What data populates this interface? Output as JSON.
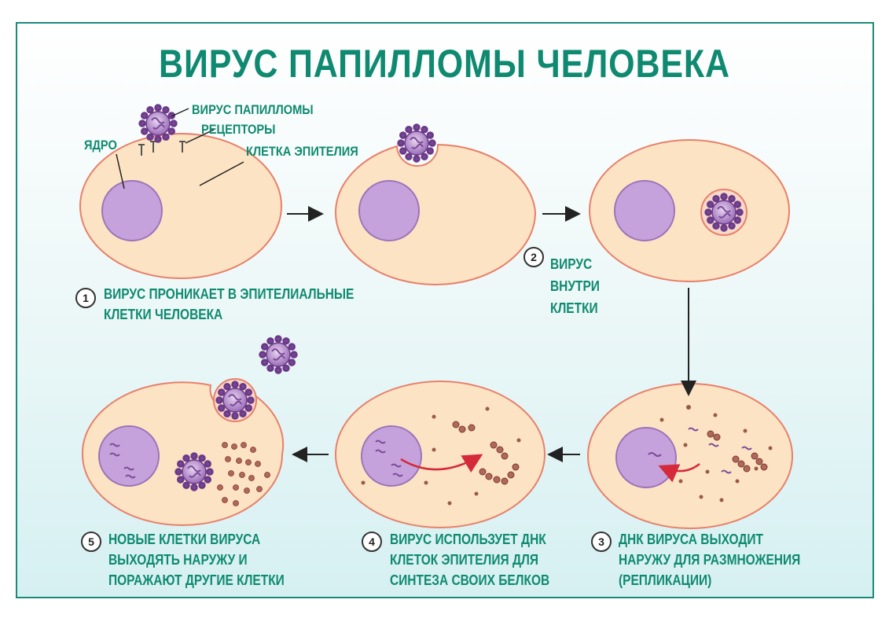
{
  "title": "ВИРУС ПАПИЛЛОМЫ ЧЕЛОВЕКА",
  "labels": {
    "virus": "ВИРУС ПАПИЛЛОМЫ",
    "receptors": "РЕЦЕПТОРЫ",
    "nucleus": "ЯДРО",
    "epithelial_cell": "КЛЕТКА ЭПИТЕЛИЯ"
  },
  "steps": [
    {
      "num": "1",
      "lines": [
        "ВИРУС ПРОНИКАЕТ В ЭПИТЕЛИАЛЬНЫЕ",
        "КЛЕТКИ ЧЕЛОВЕКА"
      ]
    },
    {
      "num": "2",
      "lines": [
        "ВИРУС",
        "ВНУТРИ",
        "КЛЕТКИ"
      ]
    },
    {
      "num": "3",
      "lines": [
        "ДНК ВИРУСА ВЫХОДИТ",
        "НАРУЖУ ДЛЯ РАЗМНОЖЕНИЯ",
        "(РЕПЛИКАЦИИ)"
      ]
    },
    {
      "num": "4",
      "lines": [
        "ВИРУС ИСПОЛЬЗУЕТ ДНК",
        "КЛЕТОК ЭПИТЕЛИЯ ДЛЯ",
        "СИНТЕЗА СВОИХ БЕЛКОВ"
      ]
    },
    {
      "num": "5",
      "lines": [
        "НОВЫЕ КЛЕТКИ ВИРУСА",
        "ВЫХОДЯТЬ НАРУЖУ И",
        "ПОРАЖАЮТ ДРУГИЕ КЛЕТКИ"
      ]
    }
  ],
  "colors": {
    "accent": "#0f8a70",
    "cell_fill": "#fce3c4",
    "cell_stroke": "#e8806a",
    "nucleus_fill": "#c6a2dc",
    "virus": "#8e5aa8",
    "arrow_red": "#d42a3a"
  }
}
